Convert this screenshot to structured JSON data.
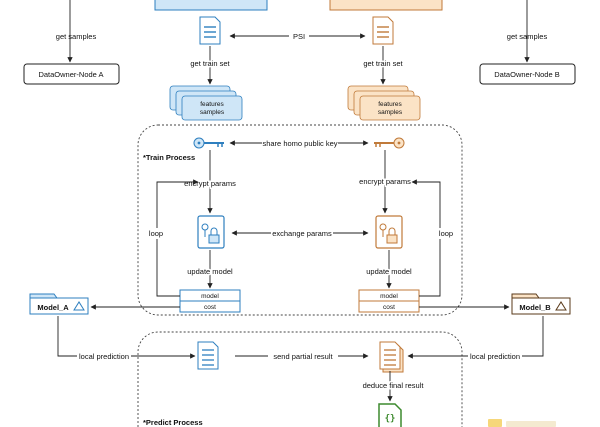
{
  "labels": {
    "get_samples": "get samples",
    "psi": "PSI",
    "get_train_set": "get train set",
    "owner_a": "DataOwner-Node A",
    "owner_b": "DataOwner-Node B",
    "features": "features",
    "samples": "samples",
    "share_key": "share homo public key",
    "train_process": "*Train Process",
    "encrypt_params": "encrypt params",
    "exchange_params": "exchange params",
    "loop": "loop",
    "update_model": "update model",
    "model": "model",
    "cost": "cost",
    "model_a": "Model_A",
    "model_b": "Model_B",
    "local_prediction": "local prediction",
    "send_partial": "send partial result",
    "deduce_final": "deduce final result",
    "predict_process": "*Predict Process"
  },
  "colors": {
    "blue_fill": "#cfe6f7",
    "blue_stroke": "#2e7fbf",
    "orange_fill": "#fbe3c6",
    "orange_stroke": "#c07a3a",
    "green_stroke": "#3d8a2e",
    "edge": "#222222"
  },
  "icons": {
    "document": "document-icon",
    "key": "key-icon",
    "lock": "lock-icon",
    "model_triangle": "triangle-icon",
    "code": "code-braces-icon"
  }
}
